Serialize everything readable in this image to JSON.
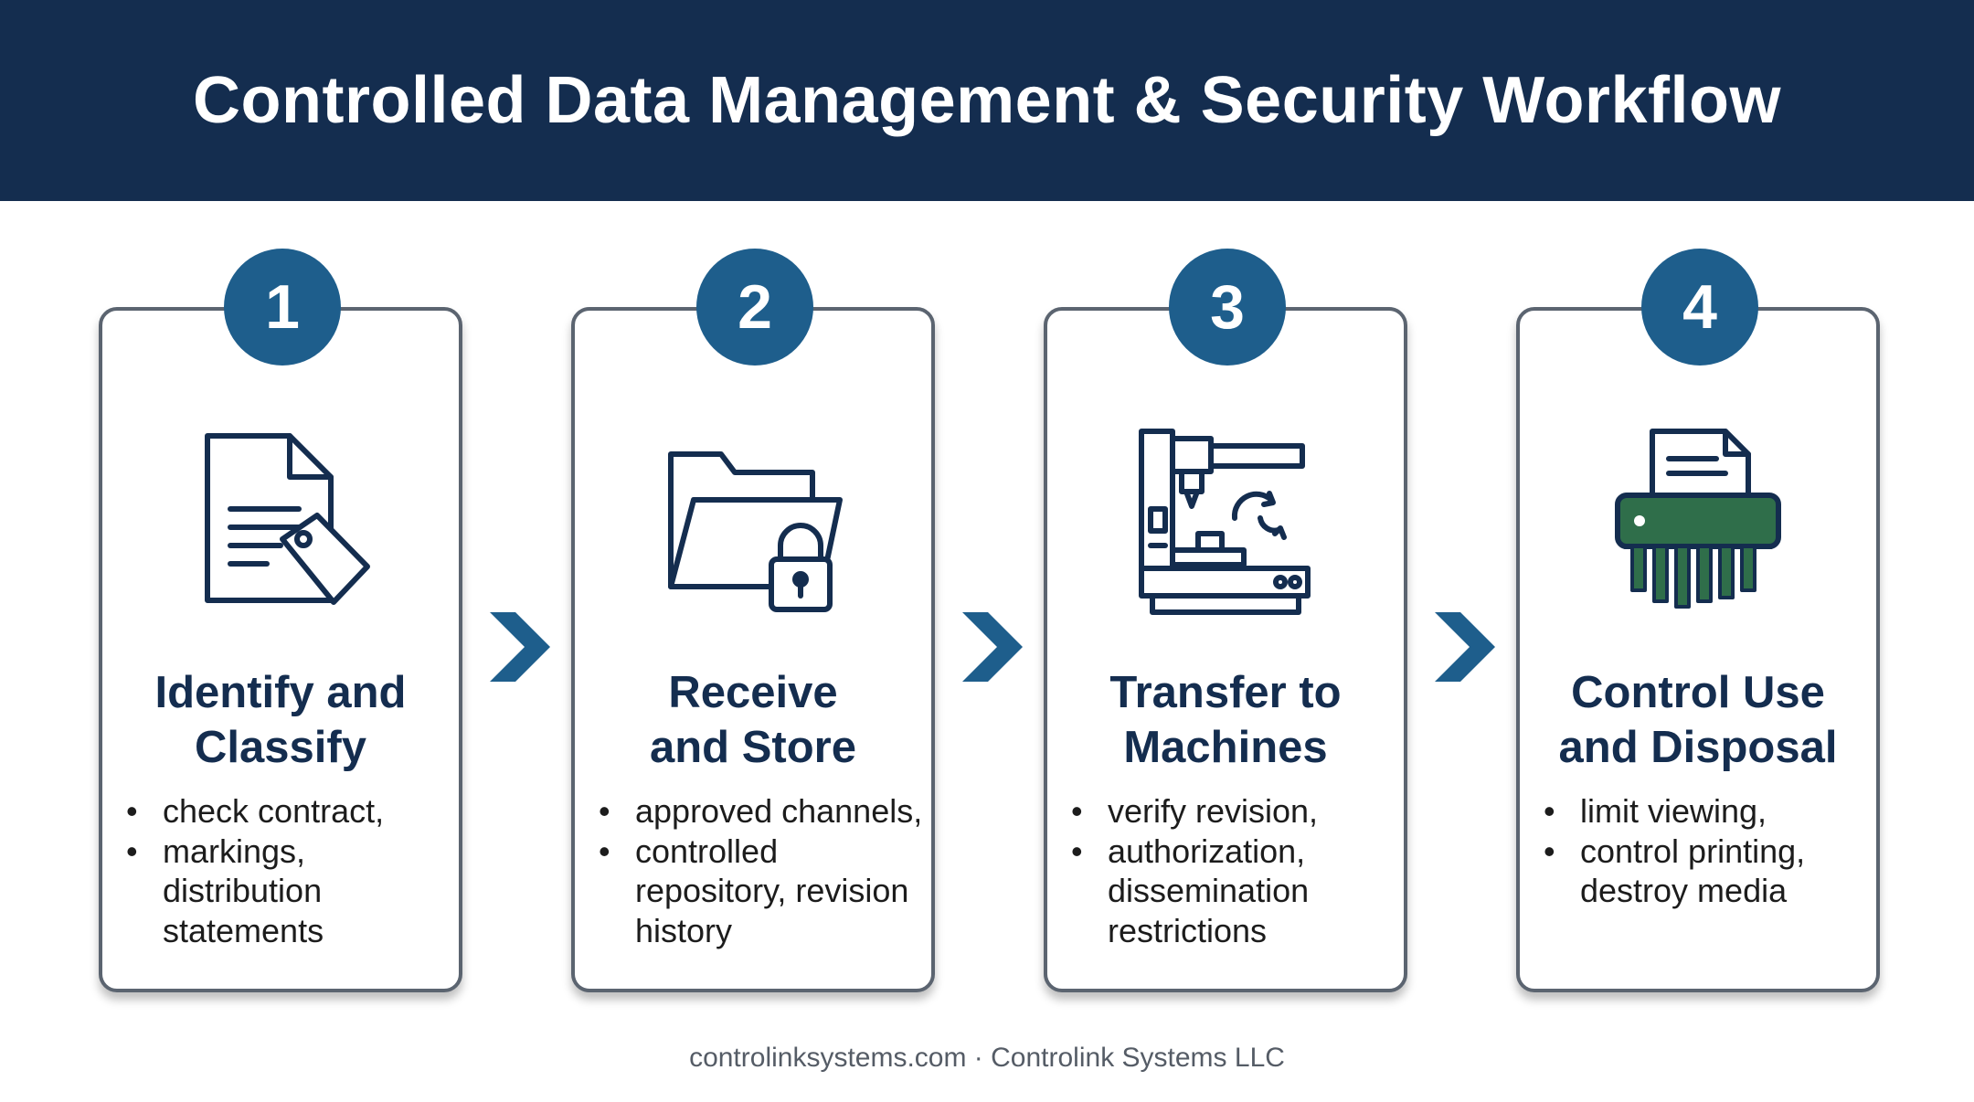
{
  "header": {
    "title": "Controlled Data Management & Security Workflow"
  },
  "steps": [
    {
      "number": "1",
      "title_line1": "Identify and",
      "title_line2": "Classify",
      "icon": "document-tag-icon",
      "bullets": [
        "check contract,",
        "markings,",
        "distribution",
        "statements"
      ]
    },
    {
      "number": "2",
      "title_line1": "Receive",
      "title_line2": "and Store",
      "icon": "folder-lock-icon",
      "bullets": [
        "approved channels,",
        "controlled",
        "repository, revision",
        "history"
      ]
    },
    {
      "number": "3",
      "title_line1": "Transfer to",
      "title_line2": "Machines",
      "icon": "cnc-machine-icon",
      "bullets": [
        "verify revision,",
        "authorization,",
        "dissemination",
        "restrictions"
      ]
    },
    {
      "number": "4",
      "title_line1": "Control Use",
      "title_line2": "and Disposal",
      "icon": "shredder-icon",
      "bullets": [
        "limit viewing,",
        "control printing,",
        "destroy media"
      ]
    }
  ],
  "footer": {
    "text": "controlinksystems.com · Controlink Systems LLC"
  },
  "colors": {
    "header_bg": "#142d4f",
    "accent": "#1e5e8c",
    "title_text": "#142d4f",
    "shredder_green": "#2f6e4a"
  }
}
